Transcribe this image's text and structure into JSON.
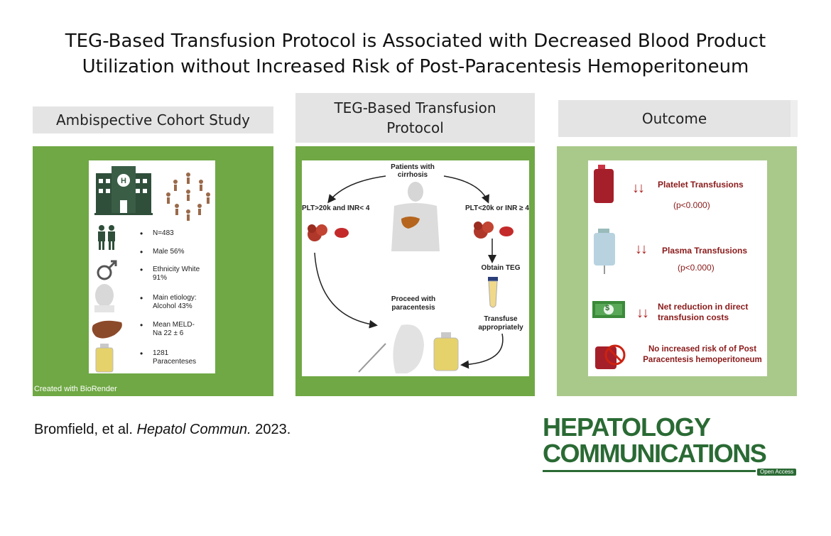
{
  "title": {
    "line1": "TEG-Based Transfusion Protocol is Associated with Decreased Blood Product",
    "line2": "Utilization without Increased Risk of Post-Paracentesis Hemoperitoneum"
  },
  "columns": {
    "left": {
      "header": "Ambispective Cohort Study",
      "stats": [
        "N=483",
        "Male  56%",
        "Ethnicity White 91%",
        "Main etiology: Alcohol  43%",
        "Mean MELD-Na 22 ± 6",
        "1281 Paracenteses"
      ],
      "credit": "Created with BioRender"
    },
    "middle": {
      "header_line1": "TEG-Based Transfusion",
      "header_line2": "Protocol",
      "patients": "Patients with cirrhosis",
      "branch_left": "PLT>20k and INR< 4",
      "branch_right": "PLT<20k or INR ≥ 4",
      "obtain": "Obtain TEG",
      "proceed": "Proceed with paracentesis",
      "transfuse": "Transfuse appropriately"
    },
    "right": {
      "header": "Outcome",
      "items": [
        {
          "label": "Platelet Transfusions",
          "sub": "(p<0.000)"
        },
        {
          "label": "Plasma Transfusions",
          "sub": "(p<0.000)"
        },
        {
          "label": "Net reduction in direct transfusion costs",
          "sub": ""
        },
        {
          "label": "No increased risk of of Post Paracentesis hemoperitoneum",
          "sub": ""
        }
      ],
      "money_symbol": "$"
    }
  },
  "footer": {
    "citation_authors": "Bromfield, et al. ",
    "citation_journal": "Hepatol Commun.",
    "citation_year": " 2023.",
    "journal_line1": "HEPATOLOGY",
    "journal_line2": "COMMUNICATIONS",
    "open_access": "Open Access"
  },
  "colors": {
    "panel_green": "#6fa844",
    "panel_green_light": "#a9c98a",
    "header_gray": "#e4e4e4",
    "outcome_red": "#8b1a1a",
    "journal_green": "#2a6a34"
  }
}
